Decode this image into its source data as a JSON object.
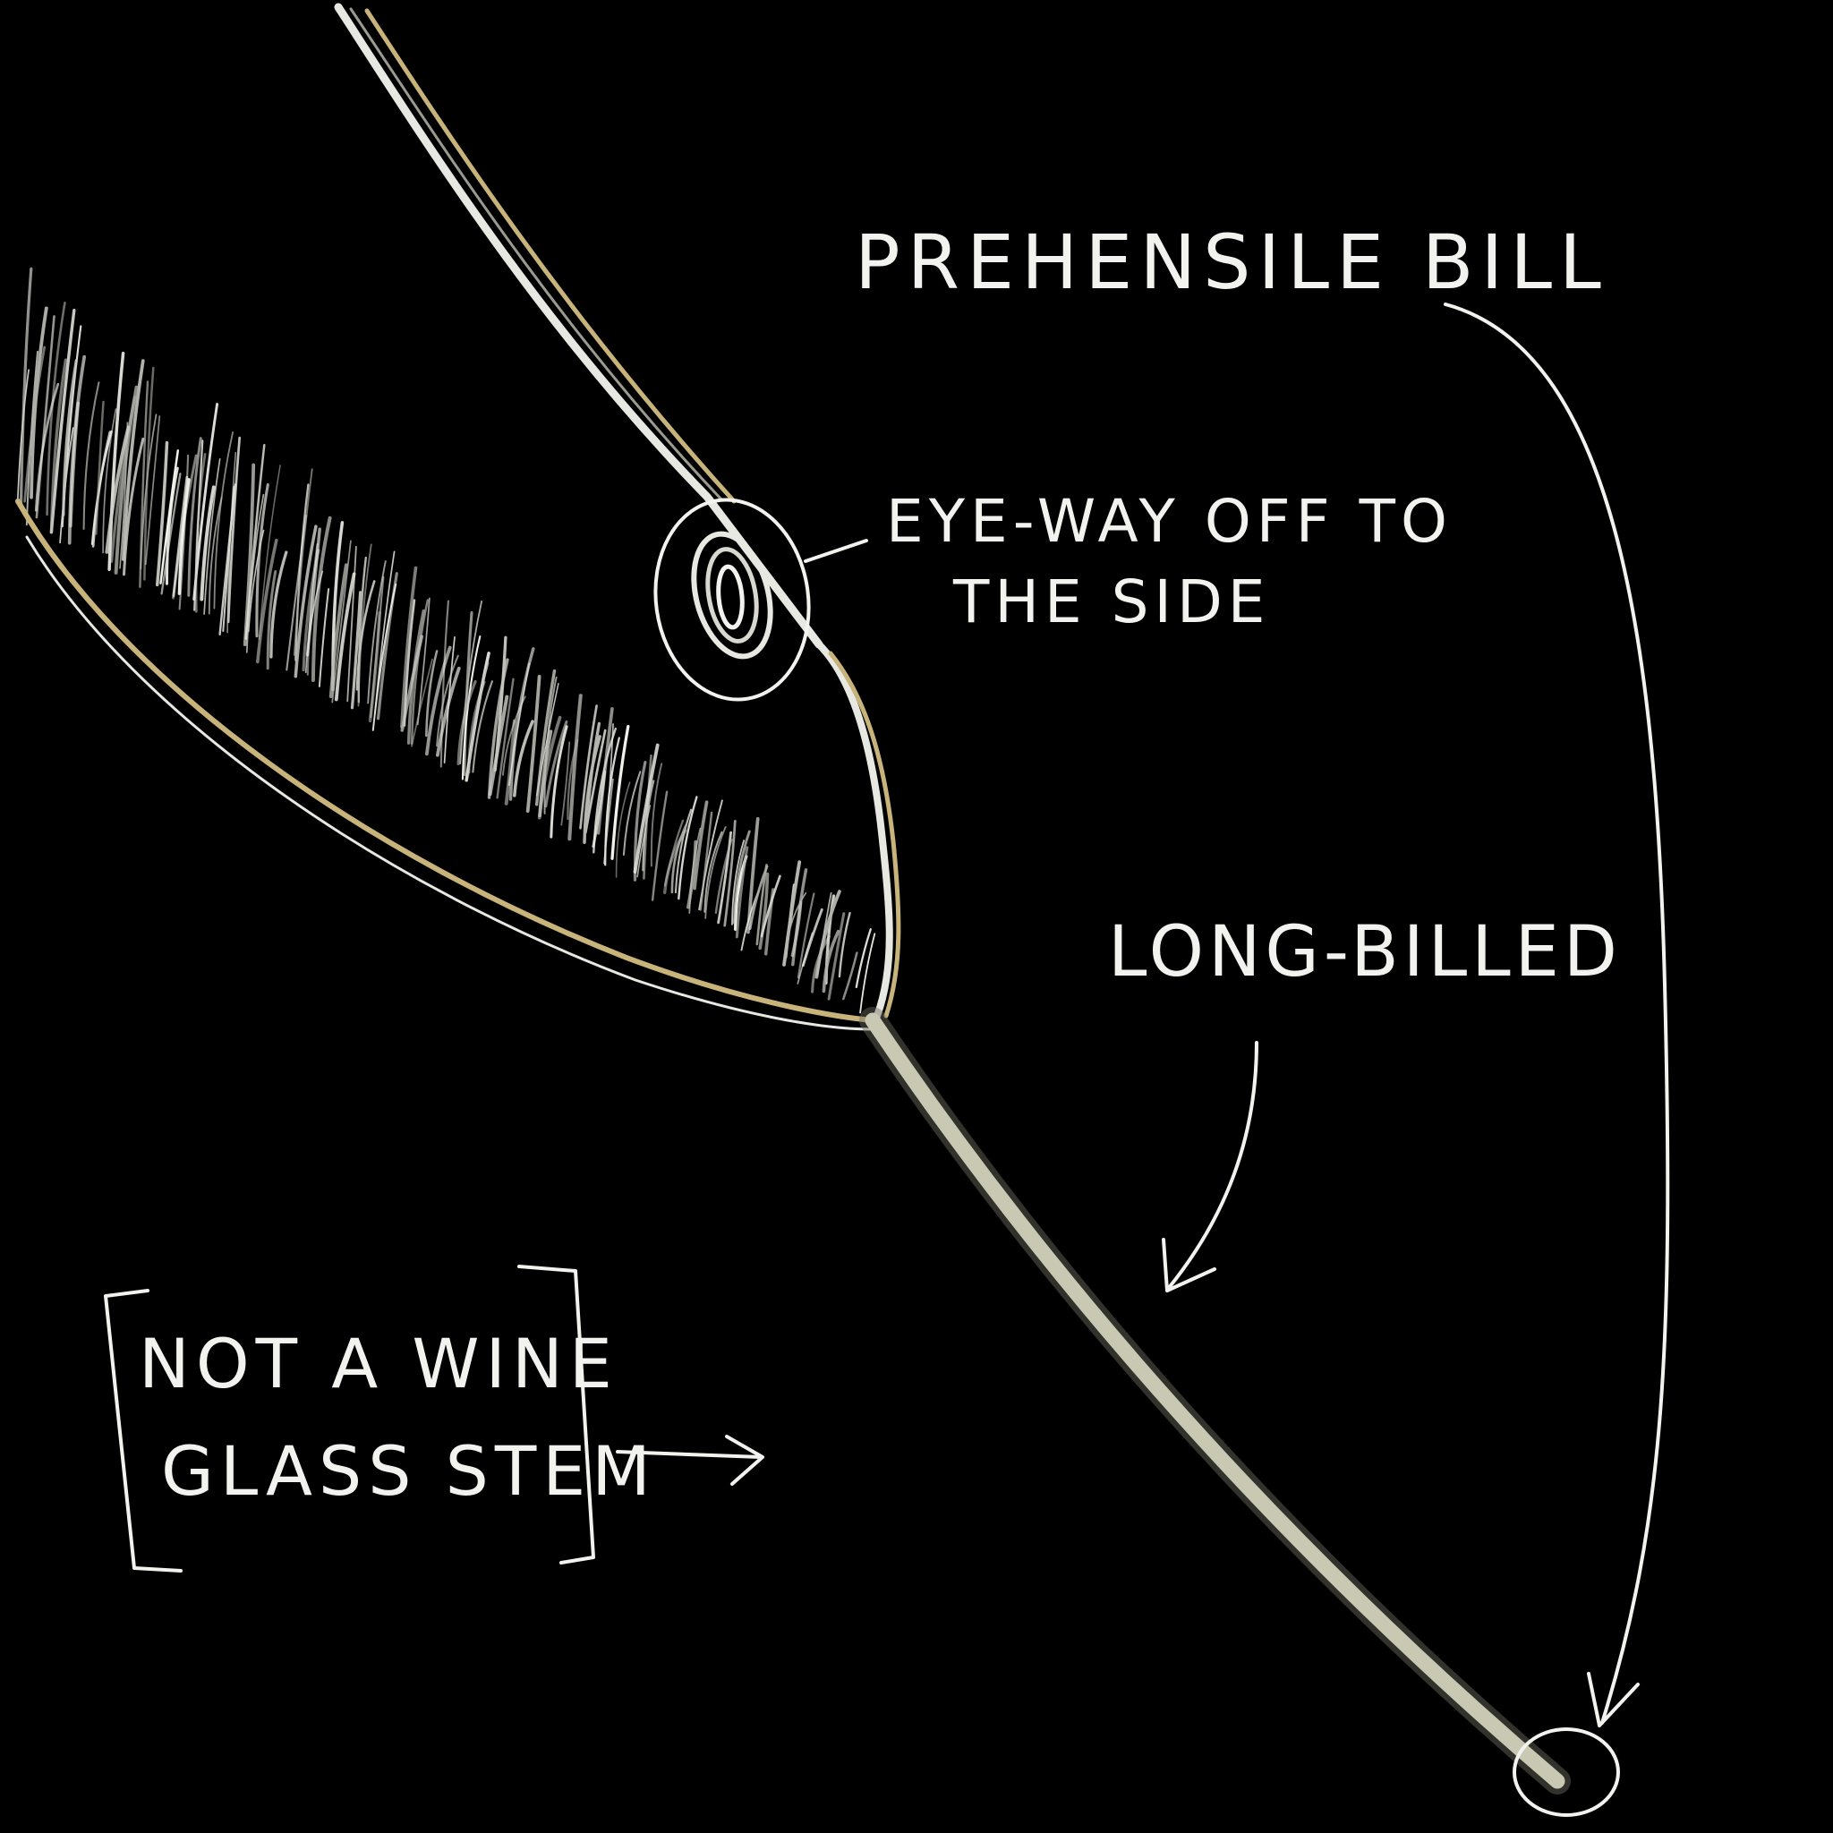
{
  "labels": {
    "bill": "PREHENSILE BILL",
    "eye_line1": "EYE-WAY OFF TO",
    "eye_line2": "THE SIDE",
    "long": "LONG-BILLED",
    "box_line1": "NOT A WINE",
    "box_line2": "GLASS STEM"
  },
  "colors": {
    "background": "#000000",
    "ink": "#f2f2ee",
    "stem": "#c9c8b2",
    "outline": "#c8b47a",
    "feather": "#dcdcd6"
  }
}
